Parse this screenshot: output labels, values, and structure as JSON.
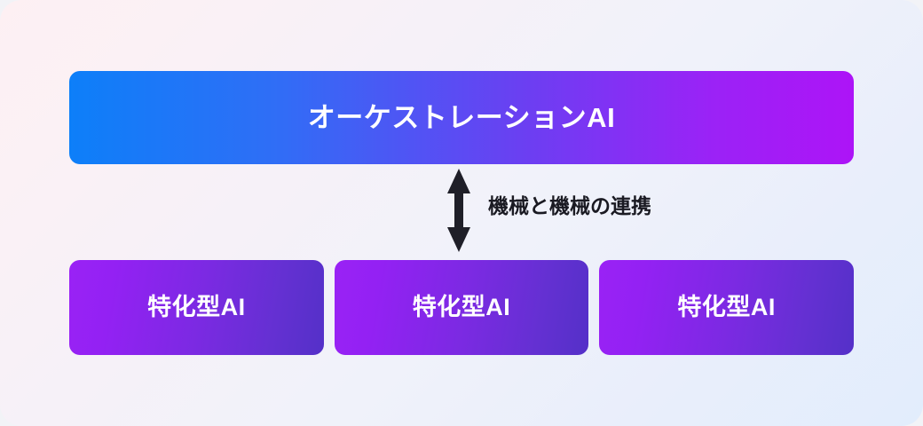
{
  "diagram": {
    "background": {
      "gradient_start": "#fdf0f3",
      "gradient_end": "#e2edfc"
    },
    "orchestrator": {
      "label": "オーケストレーションAI",
      "gradient_start": "#0d7ff9",
      "gradient_end": "#ad14f7",
      "text_color": "#ffffff"
    },
    "connector": {
      "caption": "機械と機械の連携",
      "arrow_icon": "double-headed-vertical-arrow-icon",
      "arrow_color": "#1f1f28",
      "caption_color": "#1a1a22"
    },
    "specialists": {
      "gradient_start": "#9a22f5",
      "gradient_end": "#5430c8",
      "text_color": "#ffffff",
      "items": [
        {
          "label": "特化型AI"
        },
        {
          "label": "特化型AI"
        },
        {
          "label": "特化型AI"
        }
      ]
    }
  }
}
